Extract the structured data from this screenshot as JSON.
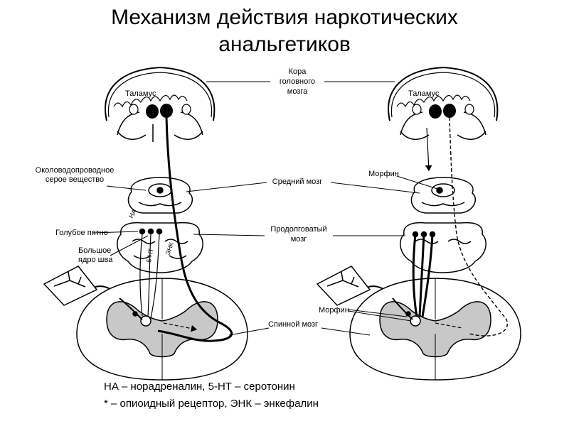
{
  "title": {
    "line1": "Механизм действия наркотических",
    "line2": "анальгетиков"
  },
  "labels": {
    "cortex": [
      "Кора",
      "головного",
      "мозга"
    ],
    "thalamus": "Таламус",
    "periaqueductal": [
      "Околоводопроводное",
      "серое вещество"
    ],
    "midbrain": "Средний мозг",
    "locus_coeruleus": "Голубое пятно",
    "medulla": [
      "Продолговатый",
      "мозг"
    ],
    "raphe": [
      "Большое",
      "ядро шва"
    ],
    "spinal_cord": "Спинной мозг",
    "morphine": "Морфин",
    "na": "НА",
    "serotonin": "5-НТ",
    "enk": "ЭНК"
  },
  "legend": {
    "line1": "НА – норадреналин, 5-НТ – серотонин",
    "line2": "* – опиоидный рецептор, ЭНК – энкефалин"
  }
}
